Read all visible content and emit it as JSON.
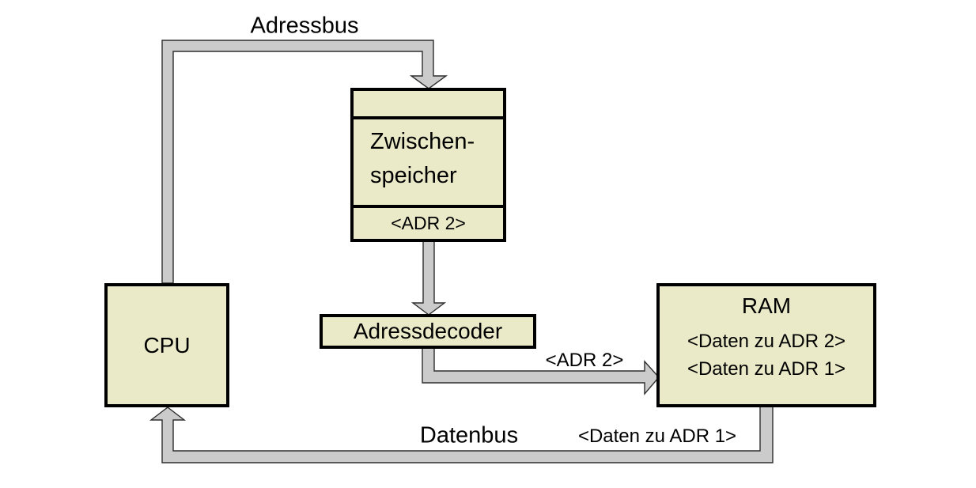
{
  "diagram": {
    "title": "CPU-RAM address/data bus diagram",
    "labels": {
      "adressbus": "Adressbus",
      "datenbus": "Datenbus",
      "bus_adr2": "<ADR 2>",
      "bus_daten_adr1": "<Daten zu ADR 1>"
    },
    "boxes": {
      "cpu": {
        "label": "CPU"
      },
      "zwischenspeicher": {
        "line1": "Zwischen-",
        "line2": "speicher",
        "adr": "<ADR 2>"
      },
      "adressdecoder": {
        "label": "Adressdecoder"
      },
      "ram": {
        "title": "RAM",
        "line1": "<Daten zu ADR 2>",
        "line2": "<Daten zu ADR 1>"
      }
    },
    "colors": {
      "box_fill": "#eaeac8",
      "box_border": "#000000",
      "bus_fill": "#cbcbcb",
      "bus_stroke": "#2e2e2e"
    }
  }
}
